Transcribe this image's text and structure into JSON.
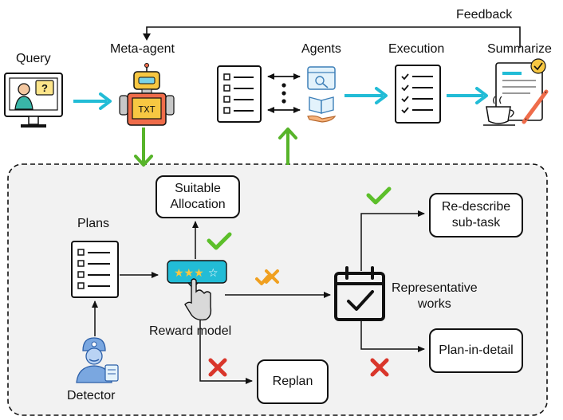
{
  "top": {
    "feedback": "Feedback",
    "query": "Query",
    "meta_agent": "Meta-agent",
    "agents": "Agents",
    "execution": "Execution",
    "summarize": "Summarize",
    "robot_screen_text": "TXT"
  },
  "bottom": {
    "plans": "Plans",
    "suitable_allocation_line1": "Suitable",
    "suitable_allocation_line2": "Allocation",
    "reward_model": "Reward model",
    "detector": "Detector",
    "replan": "Replan",
    "representative_works_line1": "Representative",
    "representative_works_line2": "works",
    "redescribe_line1": "Re-describe",
    "redescribe_line2": "sub-task",
    "plan_in_detail": "Plan-in-detail"
  },
  "colors": {
    "cyan_arrow": "#22bcd6",
    "green_arrow": "#57b42a",
    "check_green": "#5cbf2a",
    "cross_red": "#d9362b",
    "partial_orange": "#f0a020",
    "panel_bg": "#f2f2f2"
  },
  "icons": [
    "monitor-user-icon",
    "robot-icon",
    "checklist-icon",
    "agent-browser-icon",
    "book-hand-icon",
    "summary-document-icon",
    "coffee-cup-icon",
    "rating-hand-icon",
    "calendar-check-icon",
    "detector-person-icon"
  ]
}
